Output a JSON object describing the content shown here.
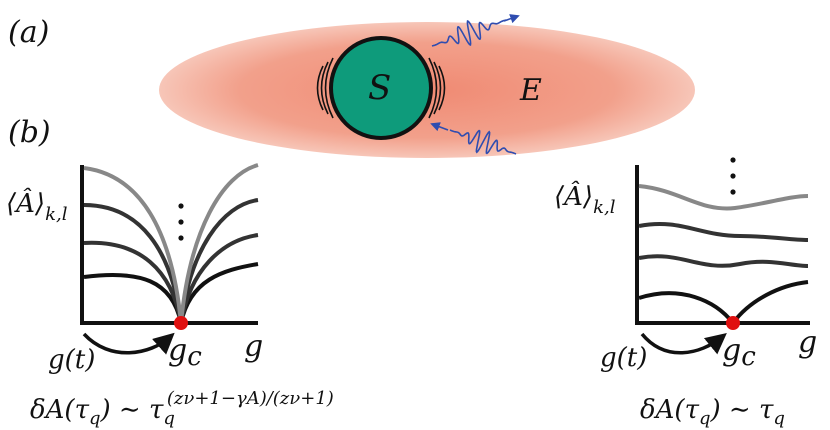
{
  "panel_a": {
    "label": "(a)",
    "system_label": "S",
    "environment_label": "E",
    "colors": {
      "environment": "#f2a08b",
      "system_fill": "#0e9b7b",
      "photon": "#2f4db0"
    }
  },
  "panel_b": {
    "label": "(b)",
    "left": {
      "y_label": "⟨Â⟩k,l",
      "y_label_main": "⟨Â⟩",
      "y_label_sub": "k,l",
      "x_label": "g",
      "drive_label": "g(t)",
      "critical_label": "gc",
      "critical_main": "g",
      "critical_sub": "c",
      "scaling_formula": "δA(τq) ∼ τq^((zν+1−γA)/(zν+1))",
      "formula_base": "δA(τ",
      "formula_base_sub": "q",
      "formula_mid": ") ∼ τ",
      "formula_mid_sub": "q",
      "formula_exponent": "(zν+1−γA)/(zν+1)",
      "dots": "⋮"
    },
    "right": {
      "y_label": "⟨Â⟩k,l",
      "y_label_main": "⟨Â⟩",
      "y_label_sub": "k,l",
      "x_label": "g",
      "drive_label": "g(t)",
      "critical_label": "gc",
      "critical_main": "g",
      "critical_sub": "c",
      "scaling_formula": "δA(τq) ∼ τq",
      "formula_base": "δA(τ",
      "formula_base_sub": "q",
      "formula_mid": ") ∼ τ",
      "formula_mid_sub": "q",
      "dots": "⋮"
    },
    "colors": {
      "critical_point": "#e01010",
      "curve_dark": "#111111",
      "curve_mid": "#333333",
      "curve_light": "#888888"
    }
  }
}
